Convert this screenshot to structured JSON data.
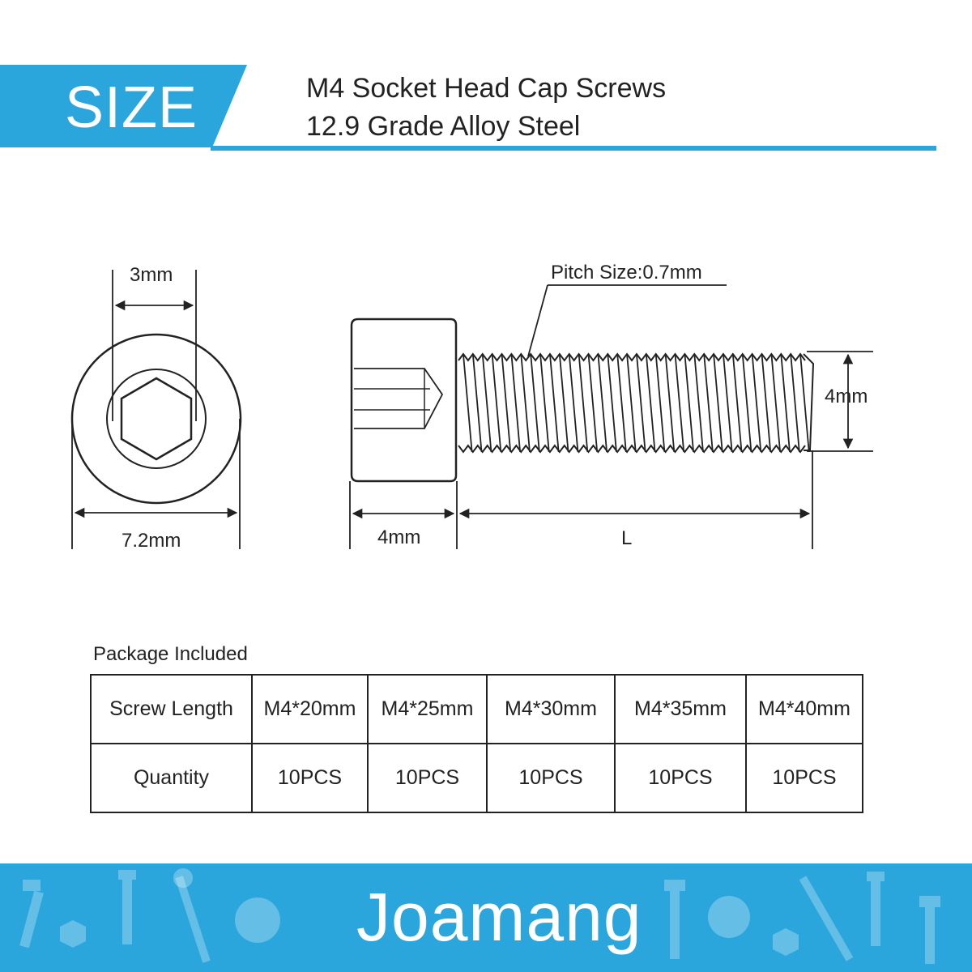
{
  "header": {
    "badge": "SIZE",
    "title_line1": "M4 Socket Head Cap Screws",
    "title_line2": "12.9 Grade Alloy Steel",
    "accent_color": "#2aa6dd"
  },
  "diagram": {
    "socket_size": "3mm",
    "head_diameter": "7.2mm",
    "pitch": "Pitch Size:0.7mm",
    "thread_diameter": "4mm",
    "head_height": "4mm",
    "length": "L"
  },
  "package": {
    "title": "Package Included",
    "row_labels": [
      "Screw Length",
      "Quantity"
    ],
    "lengths": [
      "M4*20mm",
      "M4*25mm",
      "M4*30mm",
      "M4*35mm",
      "M4*40mm"
    ],
    "quantities": [
      "10PCS",
      "10PCS",
      "10PCS",
      "10PCS",
      "10PCS"
    ]
  },
  "footer": {
    "brand": "Joamang",
    "icons": [
      "screw-icon",
      "hex-nut-icon",
      "wrench-icon",
      "gear-icon",
      "bolt-icon"
    ]
  }
}
